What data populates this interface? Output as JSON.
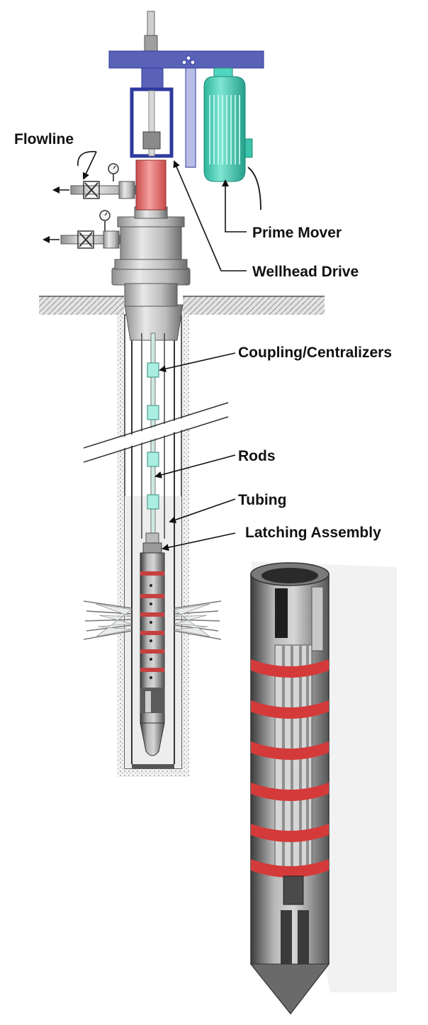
{
  "labels": {
    "flowline": "Flowline",
    "prime_mover": "Prime Mover",
    "wellhead_drive": "Wellhead Drive",
    "coupling_centralizers": "Coupling/Centralizers",
    "rods": "Rods",
    "tubing": "Tubing",
    "latching_assembly": "Latching Assembly"
  },
  "colors": {
    "drive_frame": "#2e3a9e",
    "drive_plate": "#5a62b8",
    "motor": "#4fd6bf",
    "stuffing_box": "#e06a6a",
    "pump_band": "#d43a3a",
    "casing": "#9a9a9a",
    "ground": "#bdbdbd"
  }
}
